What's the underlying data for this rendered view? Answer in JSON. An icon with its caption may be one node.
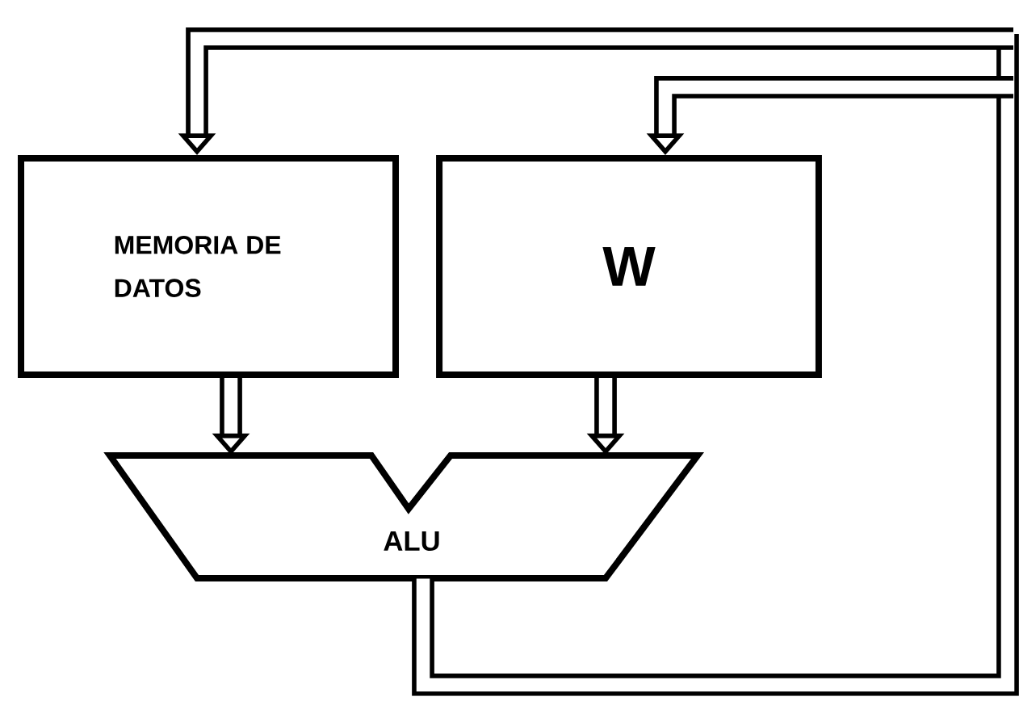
{
  "diagram": {
    "nodes": [
      {
        "text": [
          "MEMORIA DE DATOS"
        ]
      },
      {
        "text": [
          "W"
        ]
      },
      {
        "text": [
          "ALU"
        ]
      }
    ],
    "edges": [
      {
        "from": 0,
        "to": 2,
        "arrow": "to"
      },
      {
        "from": 1,
        "to": 2,
        "arrow": "to"
      },
      {
        "from": 2,
        "to": 0,
        "arrow": "to"
      },
      {
        "from": 2,
        "to": 1,
        "arrow": "to"
      }
    ]
  }
}
